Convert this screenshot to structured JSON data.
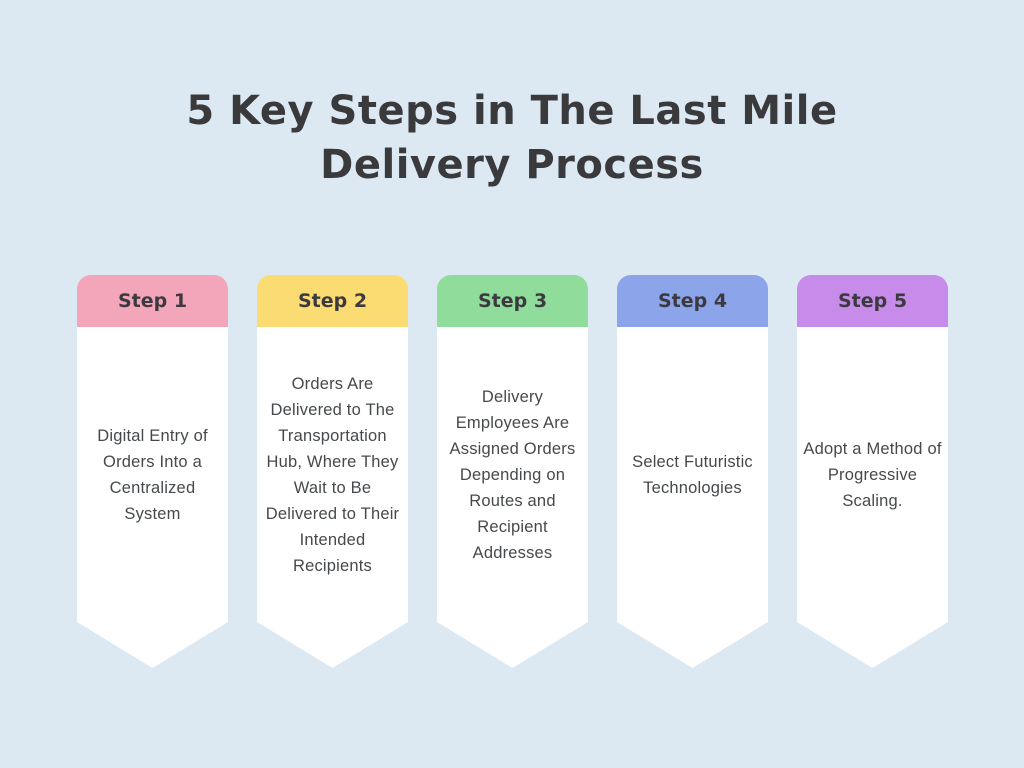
{
  "title": "5 Key Steps in The Last Mile Delivery Process",
  "colors": {
    "background": "#dce9f3",
    "card_background": "#ffffff",
    "title_text": "#3a3a3c",
    "step_label_text": "#3c3a40",
    "body_text": "#46494b"
  },
  "steps": [
    {
      "label": "Step 1",
      "color": "#f3a5ba",
      "description": "Digital Entry of Orders Into a Centralized System"
    },
    {
      "label": "Step 2",
      "color": "#fadc73",
      "description": "Orders Are Delivered to The Transportation Hub, Where They Wait to Be Delivered to Their Intended Recipients"
    },
    {
      "label": "Step 3",
      "color": "#90dd9b",
      "description": "Delivery Employees Are Assigned Orders Depending on Routes and Recipient Addresses"
    },
    {
      "label": "Step 4",
      "color": "#8ba4ea",
      "description": "Select Futuristic Technologies"
    },
    {
      "label": "Step 5",
      "color": "#c78be9",
      "description": "Adopt a Method of Progressive Scaling."
    }
  ]
}
